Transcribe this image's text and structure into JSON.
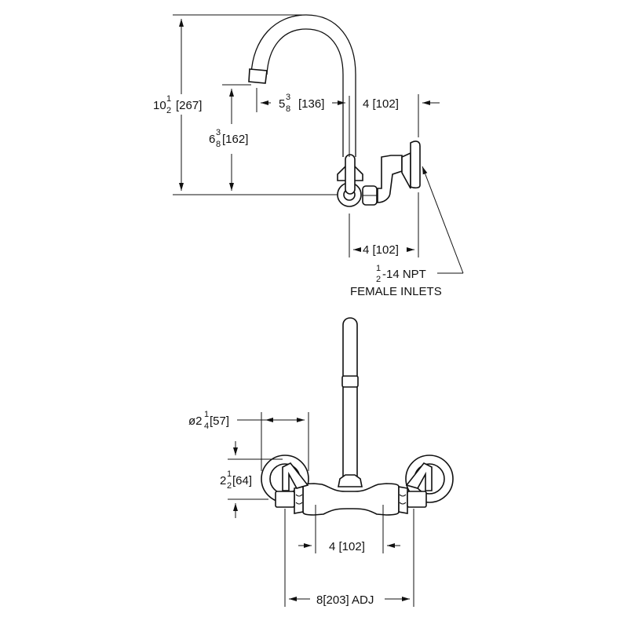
{
  "side_view": {
    "overall_height": {
      "whole": "10",
      "num": "1",
      "den": "2",
      "metric": "[267]"
    },
    "spout_height": {
      "whole": "6",
      "num": "3",
      "den": "8",
      "metric": "[162]"
    },
    "spout_reach": {
      "whole": "5",
      "num": "3",
      "den": "8",
      "metric": "[136]"
    },
    "wall_offset_top": "4 [102]",
    "wall_offset_bottom": "4 [102]",
    "inlet_note": {
      "num": "1",
      "den": "2",
      "line1": "-14 NPT",
      "line2": "FEMALE INLETS"
    }
  },
  "front_view": {
    "flange_diameter": {
      "prefix": "ø2",
      "num": "1",
      "den": "4",
      "metric": "[57]"
    },
    "flange_offset": {
      "whole": "2",
      "num": "1",
      "den": "2",
      "metric": "[64]"
    },
    "inner_spacing": "4 [102]",
    "centers": "8[203] ADJ"
  }
}
